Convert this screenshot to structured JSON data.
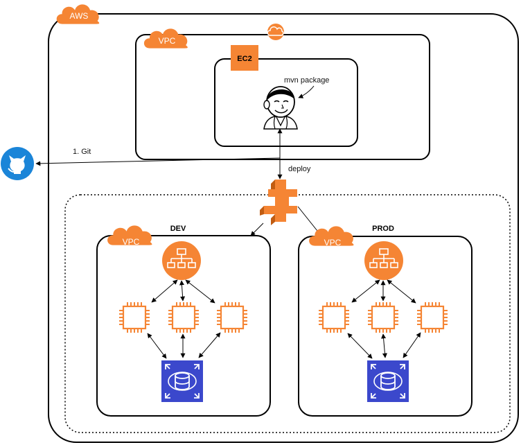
{
  "labels": {
    "aws": "AWS",
    "vpc_top": "VPC",
    "ec2": "EC2",
    "mvn": "mvn package",
    "git": "1. Git",
    "deploy": "deploy",
    "vpc_dev": "VPC",
    "dev": "DEV",
    "vpc_prod": "VPC",
    "prod": "PROD"
  },
  "colors": {
    "aws_orange": "#f58534",
    "rds_blue": "#3b48cc",
    "github_blue": "#1b85d8",
    "line": "#000000"
  },
  "icons": {
    "github": "github-icon",
    "jenkins": "jenkins-icon",
    "codedeploy": "codedeploy-icon",
    "load_balancer": "load-balancer-icon",
    "instance": "ec2-instance-icon",
    "rds": "rds-icon",
    "cloud": "cloud-icon"
  }
}
